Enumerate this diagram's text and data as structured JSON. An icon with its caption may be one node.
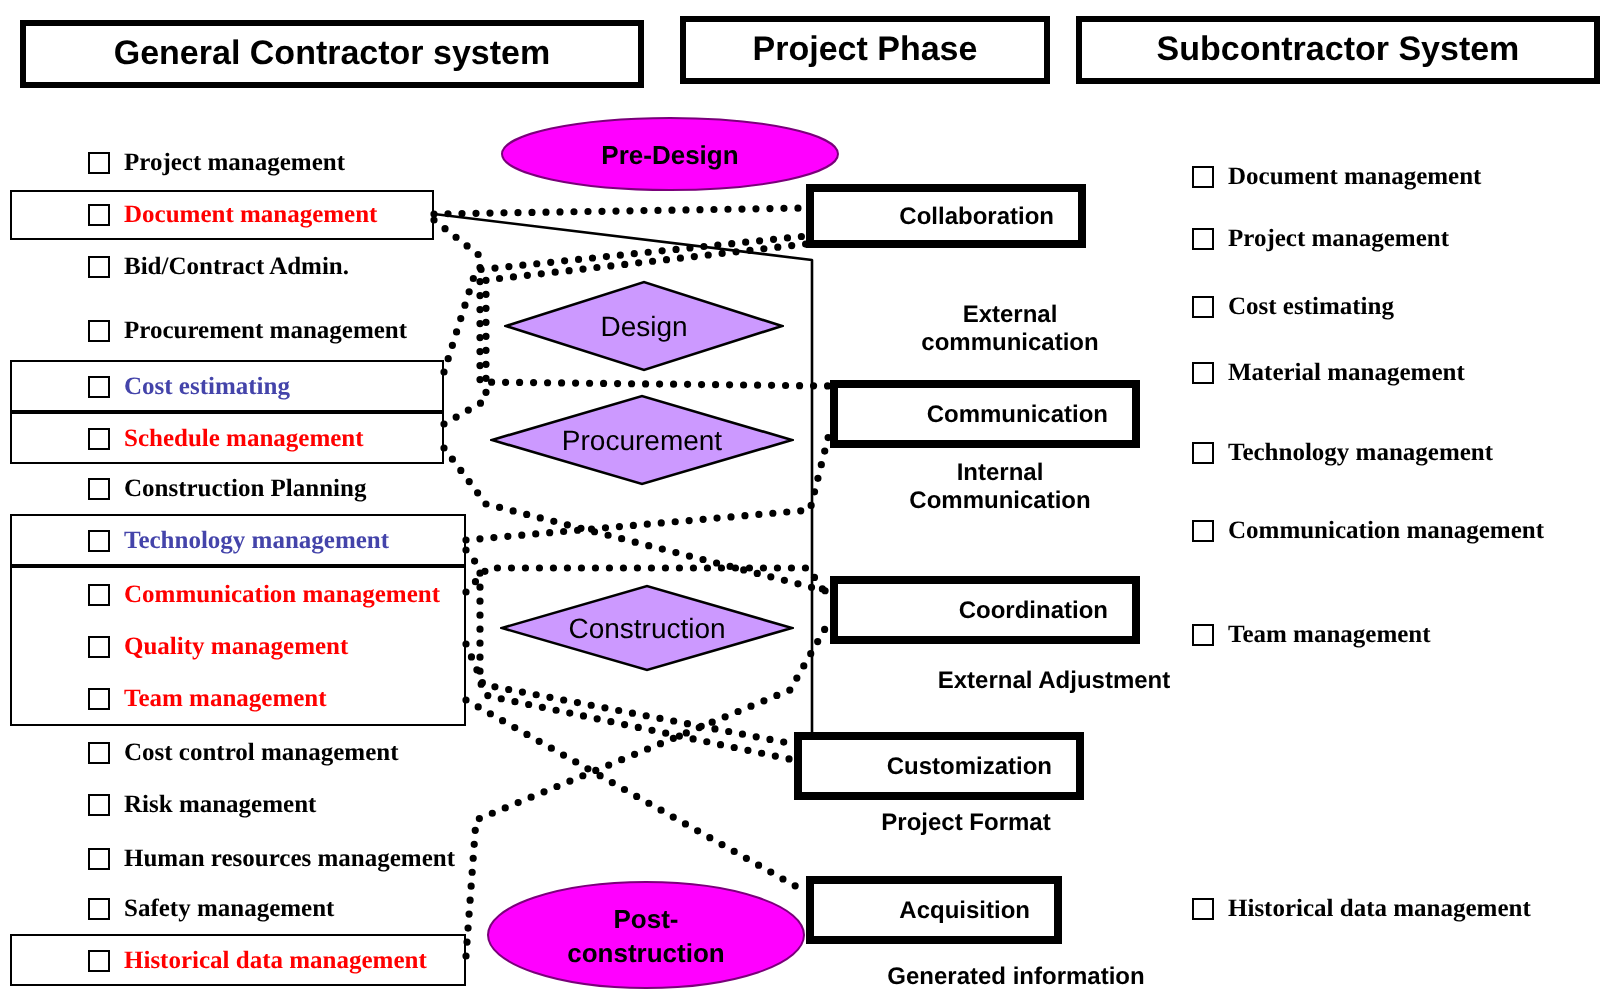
{
  "diagram": {
    "nodes": [
      {
        "text": [
          "General Contractor system"
        ]
      },
      {
        "text": [
          "Project Phase"
        ]
      },
      {
        "text": [
          "Subcontractor System"
        ]
      },
      {
        "text": [
          "Pre-Design"
        ]
      },
      {
        "text": [
          "Document management"
        ]
      },
      {
        "text": [
          "Collaboration"
        ]
      },
      {
        "text": [
          "Design"
        ]
      },
      {
        "text": [
          "Cost estimating"
        ]
      },
      {
        "text": [
          "Schedule management"
        ]
      },
      {
        "text": [
          "Procurement"
        ]
      },
      {
        "text": [
          "Communication"
        ],
        "beside": [
          "Internal Communication"
        ]
      },
      {
        "text": [
          "Technology management"
        ]
      },
      {
        "text": [
          "Communication management",
          "Quality management",
          "Team management"
        ]
      },
      {
        "text": [
          "Construction"
        ]
      },
      {
        "text": [
          "Coordination"
        ],
        "beside": [
          "External Adjustment"
        ]
      },
      {
        "text": [
          "Customization"
        ],
        "beside": [
          "Project Format"
        ]
      },
      {
        "text": [
          "Post-construction"
        ]
      },
      {
        "text": [
          "Acquisition"
        ],
        "beside": [
          "Generated information"
        ]
      },
      {
        "text": [
          "Historical data management"
        ]
      }
    ],
    "edges": [
      {
        "from": 4,
        "to": 5,
        "arrow": "none",
        "style": "dashed"
      },
      {
        "from": 4,
        "to": 10,
        "arrow": "none",
        "style": "dashed"
      },
      {
        "from": 4,
        "to": 15,
        "arrow": "none"
      },
      {
        "from": 7,
        "to": 5,
        "arrow": "none",
        "style": "dashed"
      },
      {
        "from": 8,
        "to": 5,
        "arrow": "none",
        "style": "dashed"
      },
      {
        "from": 8,
        "to": 14,
        "arrow": "none",
        "style": "dashed"
      },
      {
        "from": 11,
        "to": 10,
        "arrow": "none",
        "style": "dashed"
      },
      {
        "from": 11,
        "to": 15,
        "arrow": "none",
        "style": "dashed"
      },
      {
        "from": 12,
        "to": 14,
        "arrow": "none",
        "style": "dashed"
      },
      {
        "from": 12,
        "to": 15,
        "arrow": "none",
        "style": "dashed"
      },
      {
        "from": 12,
        "to": 17,
        "arrow": "none",
        "style": "dashed"
      },
      {
        "from": 18,
        "to": 14,
        "arrow": "none",
        "style": "dashed"
      }
    ],
    "labels": [
      "Project management",
      "Bid/Contract Admin.",
      "Procurement management",
      "Construction Planning",
      "Cost control management",
      "Risk management",
      "Human resources management",
      "Safety management",
      "Document management",
      "Project management",
      "Cost estimating",
      "Material management",
      "Technology management",
      "Communication management",
      "Team management",
      "Historical data management",
      "External communication"
    ]
  }
}
